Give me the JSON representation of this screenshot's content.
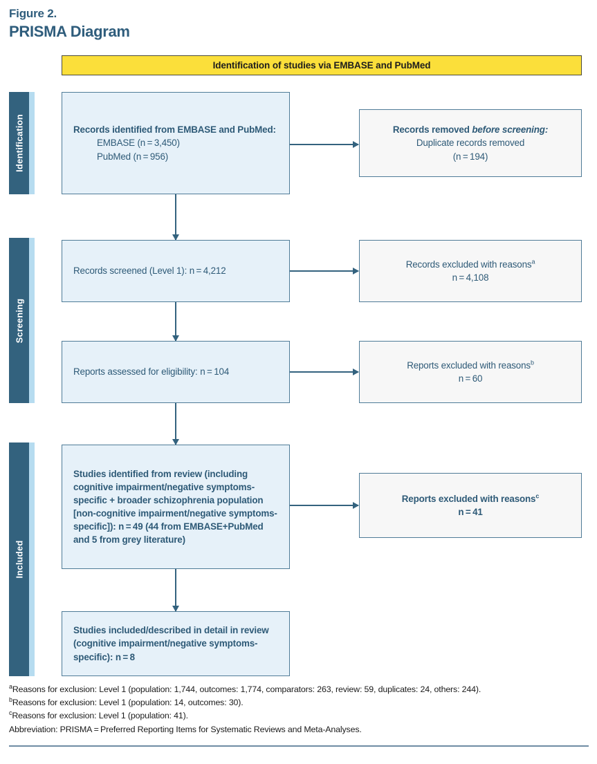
{
  "figure": {
    "label": "Figure 2.",
    "title": "PRISMA Diagram"
  },
  "banner": {
    "text": "Identification of studies via EMBASE and PubMed",
    "background": "#fbdf3a",
    "border": "#4a4a3a"
  },
  "colors": {
    "accent_dark": "#33627e",
    "accent_light": "#b6dcf0",
    "box_blue_fill": "#e6f1f9",
    "box_grey_fill": "#f7f7f7",
    "box_border": "#4e7b97",
    "text": "#2e5a77"
  },
  "stages": [
    {
      "id": "identification",
      "label": "Identification"
    },
    {
      "id": "screening",
      "label": "Screening"
    },
    {
      "id": "included",
      "label": "Included"
    }
  ],
  "boxes": {
    "records_identified": {
      "title": "Records identified from EMBASE and PubMed:",
      "items": [
        "EMBASE (n = 3,450)",
        "PubMed (n = 956)"
      ]
    },
    "records_removed": {
      "line1_bold": "Records removed ",
      "line1_italic": "before screening:",
      "line2": "Duplicate records removed",
      "line3": "(n = 194)"
    },
    "records_screened": {
      "text": "Records screened (Level 1): n = 4,212"
    },
    "records_excluded": {
      "line1": "Records excluded with reasons",
      "superscript": "a",
      "line2": "n = 4,108"
    },
    "reports_assessed": {
      "text": "Reports assessed for eligibility: n = 104"
    },
    "reports_excluded_b": {
      "line1": "Reports excluded with reasons",
      "superscript": "b",
      "line2": "n = 60"
    },
    "studies_identified": {
      "text": "Studies identified from review (including cognitive impairment/negative symptoms-specific + broader schizophrenia population [non-cognitive impairment/negative symptoms-specific]): n = 49 (44 from EMBASE+PubMed and 5 from grey literature)"
    },
    "reports_excluded_c": {
      "line1": "Reports excluded with reasons",
      "superscript": "c",
      "line2": "n = 41"
    },
    "studies_included": {
      "text": "Studies included/described in detail in review (cognitive impairment/negative symptoms-specific): n = 8"
    }
  },
  "footnotes": [
    {
      "marker": "a",
      "text": "Reasons for exclusion: Level 1 (population: 1,744, outcomes: 1,774, comparators: 263, review: 59, duplicates: 24, others: 244)."
    },
    {
      "marker": "b",
      "text": "Reasons for exclusion: Level 1 (population: 14, outcomes: 30)."
    },
    {
      "marker": "c",
      "text": "Reasons for exclusion: Level 1 (population: 41)."
    }
  ],
  "abbreviation": "Abbreviation: PRISMA = Preferred Reporting Items for Systematic Reviews and Meta-Analyses."
}
